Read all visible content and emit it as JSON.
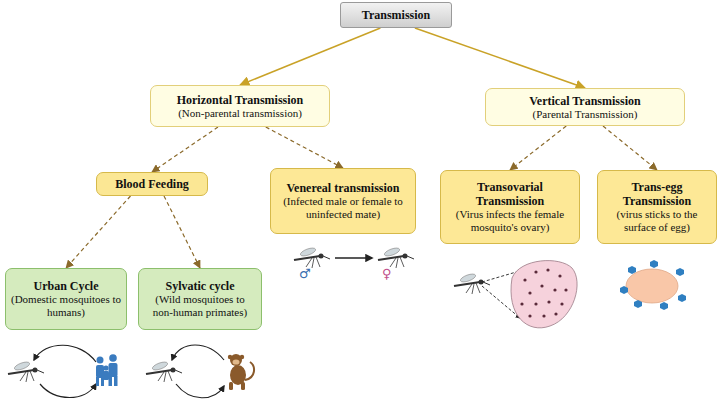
{
  "diagram": {
    "nodes": [
      {
        "text": [
          "Transmission"
        ]
      },
      {
        "text": [
          "Horizontal Transmission",
          "(Non-parental transmission)"
        ]
      },
      {
        "text": [
          "Vertical Transmission",
          "(Parental Transmission)"
        ]
      },
      {
        "text": [
          "Blood Feeding"
        ]
      },
      {
        "text": [
          "Venereal transmission",
          "(Infected male or female to uninfected mate)"
        ]
      },
      {
        "text": [
          "Transovarial Transmission",
          "(Virus infects the female mosquito's ovary)"
        ]
      },
      {
        "text": [
          "Trans-egg Transmission",
          "(virus sticks to the surface of egg)"
        ]
      },
      {
        "text": [
          "Urban Cycle",
          "(Domestic mosquitoes to humans)"
        ]
      },
      {
        "text": [
          "Sylvatic cycle",
          "(Wild mosquitoes to non-human primates)"
        ]
      }
    ],
    "edges": [
      {
        "from": 0,
        "to": 1,
        "arrow": "to"
      },
      {
        "from": 0,
        "to": 2,
        "arrow": "to"
      },
      {
        "from": 1,
        "to": 3,
        "arrow": "to"
      },
      {
        "from": 1,
        "to": 4,
        "arrow": "to"
      },
      {
        "from": 2,
        "to": 5,
        "arrow": "to"
      },
      {
        "from": 2,
        "to": 6,
        "arrow": "to"
      },
      {
        "from": 3,
        "to": 7,
        "arrow": "to"
      },
      {
        "from": 3,
        "to": 8,
        "arrow": "to"
      }
    ],
    "labels": [
      "♂",
      "♀"
    ]
  }
}
